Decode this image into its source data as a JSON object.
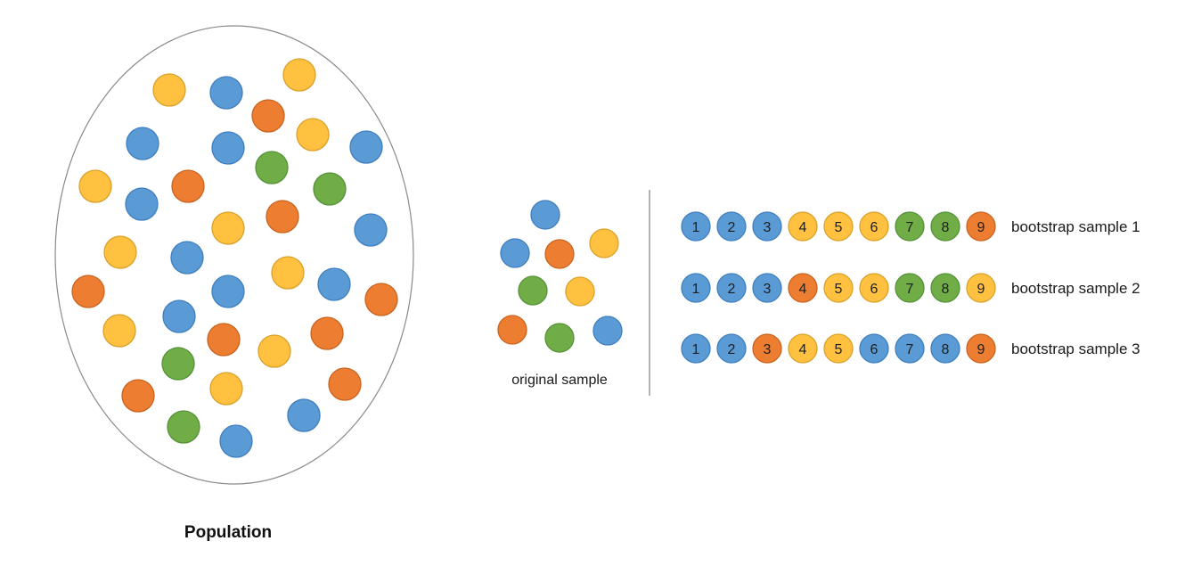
{
  "colors": {
    "blue": "#5b9bd5",
    "blue_stroke": "#3f7fbf",
    "orange": "#ed7d31",
    "orange_stroke": "#c8641f",
    "yellow": "#ffc13f",
    "yellow_stroke": "#d9a12a",
    "green": "#70ad47",
    "green_stroke": "#55923a",
    "outline": "#8a8a8a",
    "divider": "#9a9a9a"
  },
  "population": {
    "label": "Population",
    "dot_colors": [
      "yellow",
      "blue",
      "yellow",
      "orange",
      "blue",
      "yellow",
      "blue",
      "blue",
      "green",
      "yellow",
      "orange",
      "blue",
      "green",
      "blue",
      "yellow",
      "orange",
      "blue",
      "yellow",
      "blue",
      "yellow",
      "orange",
      "blue",
      "blue",
      "orange",
      "blue",
      "yellow",
      "orange",
      "yellow",
      "orange",
      "green",
      "yellow",
      "orange",
      "orange",
      "blue",
      "green",
      "blue"
    ]
  },
  "original_sample": {
    "label": "original sample",
    "dot_colors": [
      "blue",
      "blue",
      "orange",
      "yellow",
      "green",
      "yellow",
      "orange",
      "green",
      "blue"
    ]
  },
  "bootstrap_samples": [
    {
      "label": "bootstrap sample 1",
      "items": [
        {
          "n": "1",
          "color": "blue"
        },
        {
          "n": "2",
          "color": "blue"
        },
        {
          "n": "3",
          "color": "blue"
        },
        {
          "n": "4",
          "color": "yellow"
        },
        {
          "n": "5",
          "color": "yellow"
        },
        {
          "n": "6",
          "color": "yellow"
        },
        {
          "n": "7",
          "color": "green"
        },
        {
          "n": "8",
          "color": "green"
        },
        {
          "n": "9",
          "color": "orange"
        }
      ]
    },
    {
      "label": "bootstrap sample 2",
      "items": [
        {
          "n": "1",
          "color": "blue"
        },
        {
          "n": "2",
          "color": "blue"
        },
        {
          "n": "3",
          "color": "blue"
        },
        {
          "n": "4",
          "color": "orange"
        },
        {
          "n": "5",
          "color": "yellow"
        },
        {
          "n": "6",
          "color": "yellow"
        },
        {
          "n": "7",
          "color": "green"
        },
        {
          "n": "8",
          "color": "green"
        },
        {
          "n": "9",
          "color": "yellow"
        }
      ]
    },
    {
      "label": "bootstrap sample 3",
      "items": [
        {
          "n": "1",
          "color": "blue"
        },
        {
          "n": "2",
          "color": "blue"
        },
        {
          "n": "3",
          "color": "orange"
        },
        {
          "n": "4",
          "color": "yellow"
        },
        {
          "n": "5",
          "color": "yellow"
        },
        {
          "n": "6",
          "color": "blue"
        },
        {
          "n": "7",
          "color": "blue"
        },
        {
          "n": "8",
          "color": "blue"
        },
        {
          "n": "9",
          "color": "orange"
        }
      ]
    }
  ]
}
